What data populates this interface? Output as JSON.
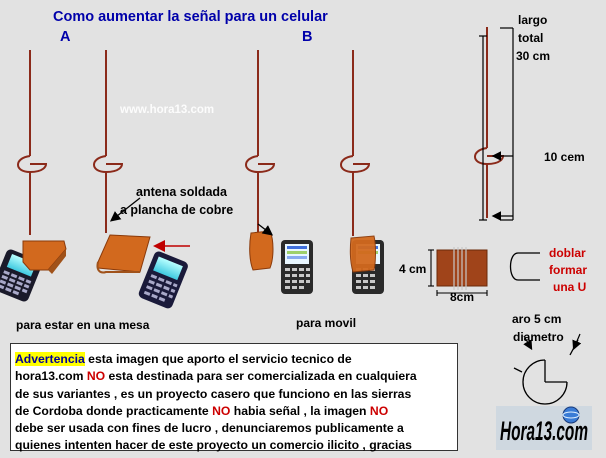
{
  "title": "Como aumentar la señal para un celular",
  "section_a": "A",
  "section_b": "B",
  "watermark": "www.hora13.com",
  "label_largo": "largo",
  "label_total": "total",
  "label_length": "30 cm",
  "label_10cm": "10 cem",
  "label_antena_line1": "antena soldada",
  "label_antena_line2": "a plancha de cobre",
  "label_4cm": "4 cm",
  "label_8cm": "8cm",
  "label_doblar_line1": "doblar",
  "label_doblar_line2": "formar",
  "label_doblar_line3": "una U",
  "caption_mesa": "para estar en una mesa",
  "caption_movil": "para movil",
  "label_aro_line1": "aro 5 cm",
  "label_aro_line2": "diametro",
  "logo_text": "Hora13.com",
  "warning": {
    "highlight": "Advertencia",
    "t1": " esta imagen que aporto el servicio tecnico de",
    "t2": "hora13.com ",
    "no1": "NO",
    "t3": " esta destinada para ser comercializada en cualquiera",
    "t4": "de sus variantes , es un proyecto casero que funciono en las sierras",
    "t5": "de Cordoba donde practicamente ",
    "no2": "NO",
    "t6": " habia señal , la imagen ",
    "no3": "NO",
    "t7": "debe ser usada con fines de lucro , denunciaremos publicamente a",
    "t8": "quienes intenten hacer de este proyecto un comercio ilicito , gracias"
  },
  "colors": {
    "background": "#e2e2e2",
    "antenna": "#8b2a1a",
    "copper": "#d2691e",
    "copper_dark": "#a0521a",
    "warning_red": "#cc0000",
    "highlight": "#ffff00",
    "highlight_text": "#000099",
    "dimension": "#000000"
  }
}
